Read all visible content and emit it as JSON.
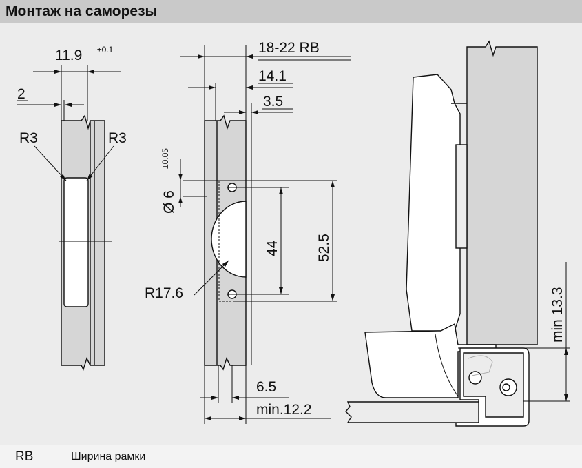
{
  "title": "Монтаж на саморезы",
  "dimensions": {
    "width_slot": "11.9",
    "width_slot_tol": "±0.1",
    "offset": "2",
    "radius_left": "R3",
    "radius_right": "R3",
    "frame_width": "18-22 RB",
    "d14": "14.1",
    "d35": "3.5",
    "hole_dia": "Ø 6",
    "hole_tol": "±0.05",
    "d44": "44",
    "d525": "52.5",
    "cup_radius": "R17.6",
    "d65": "6.5",
    "min122": "min.12.2",
    "min133": "min 13.3"
  },
  "legend": {
    "key": "RB",
    "value": "Ширина рамки"
  },
  "colors": {
    "part_fill": "#d6d6d6",
    "background": "#ececec",
    "title_bar": "#c9c9c9"
  }
}
